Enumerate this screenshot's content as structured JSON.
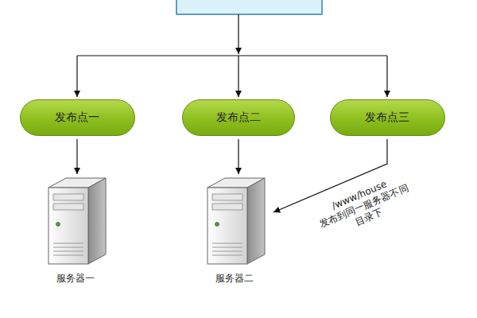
{
  "diagram": {
    "nodes": [
      {
        "text": [
          "发布点一"
        ]
      },
      {
        "text": [
          "发布点二"
        ]
      },
      {
        "text": [
          "发布点三"
        ]
      },
      {
        "text": [
          "服务器一"
        ]
      },
      {
        "text": [
          "服务器二"
        ]
      }
    ],
    "edges": [
      {
        "from": 0,
        "to": 3,
        "arrow": "to"
      },
      {
        "from": 1,
        "to": 4,
        "arrow": "to"
      },
      {
        "from": 2,
        "to": 4,
        "arrow": "to",
        "label": "/www/house 发布到同一服务器不同 目录下"
      }
    ]
  }
}
